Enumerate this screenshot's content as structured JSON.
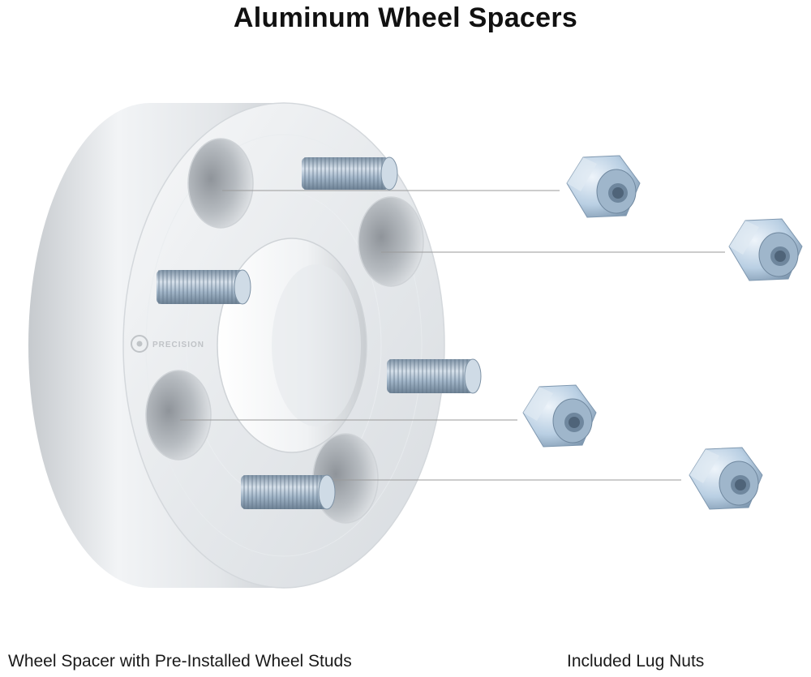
{
  "title": "Aluminum Wheel Spacers",
  "captions": {
    "spacer": "Wheel Spacer with Pre-Installed Wheel Studs",
    "nuts": "Included Lug Nuts"
  },
  "spacer_logo": "PRECISION",
  "colors": {
    "aluminum_light": "#f1f3f5",
    "aluminum_dark": "#a9adb2",
    "stud_steel": "#a4b7c9",
    "nut_zinc": "#b9cfe3",
    "leader_line": "#9a9a9a"
  },
  "counts": {
    "studs": 4,
    "lug_nuts": 4
  }
}
